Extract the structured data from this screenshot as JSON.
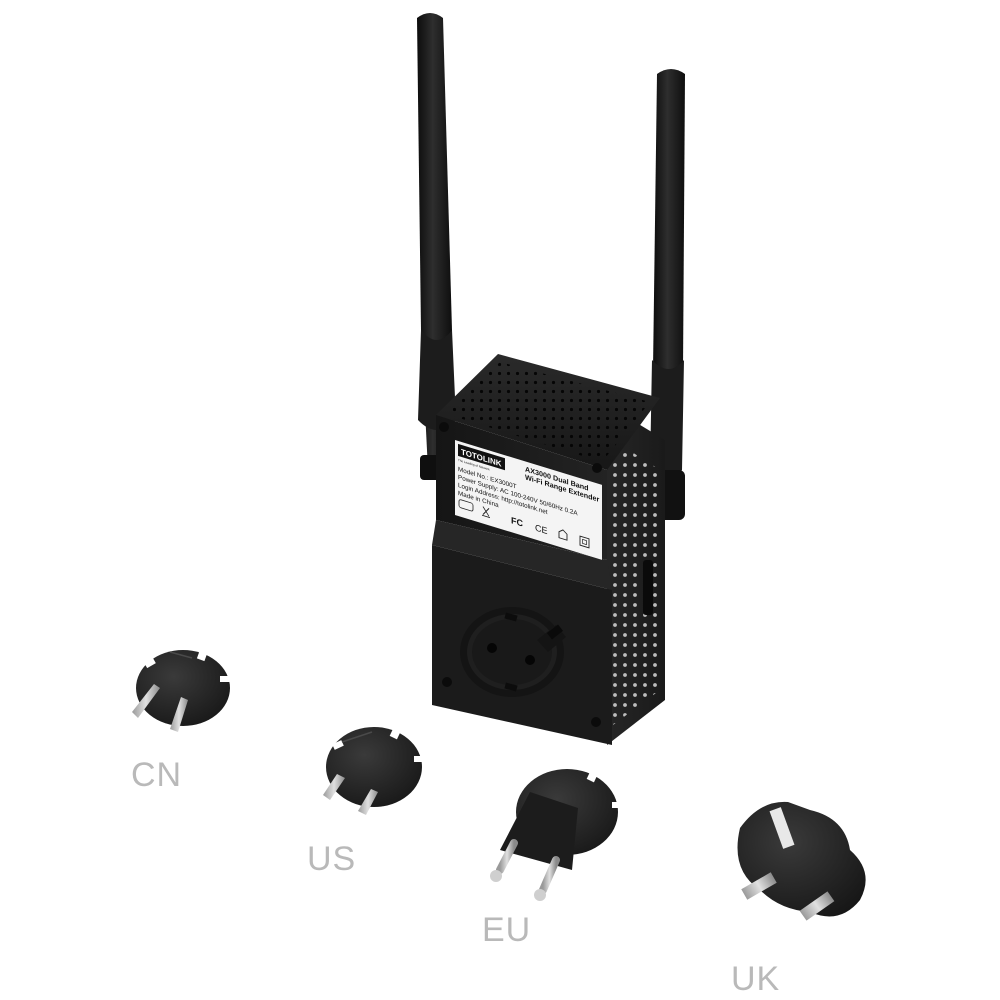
{
  "product": {
    "brand": "TOTOLINK",
    "brand_tagline": "The Leading of Network",
    "title_line1": "AX3000 Dual Band",
    "title_line2": "Wi-Fi Range Extender",
    "model_line": "Model No.: EX3000T",
    "power_line": "Power Supply: AC 100-240V 50/60Hz 0.2A",
    "login_line": "Login Address: http://totolink.net",
    "origin_line": "Made in China",
    "cert_marks": [
      "FC",
      "CE"
    ]
  },
  "plug_types": [
    {
      "code": "CN",
      "label": "CN"
    },
    {
      "code": "US",
      "label": "US"
    },
    {
      "code": "EU",
      "label": "EU"
    },
    {
      "code": "UK",
      "label": "UK"
    }
  ],
  "colors": {
    "device_body": "#1f1f1f",
    "device_dark": "#121212",
    "label_bg": "#f4f4f4",
    "caption_text": "#b9b9b9",
    "background": "#ffffff"
  }
}
